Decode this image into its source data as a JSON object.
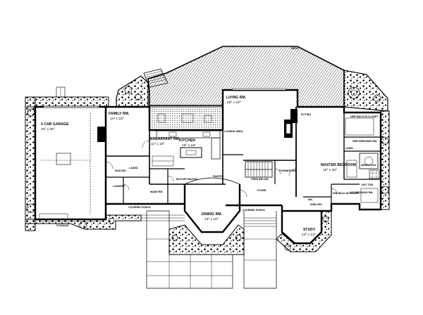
{
  "rooms": {
    "deck": {
      "name": "DECK"
    },
    "living": {
      "name": "LIVING RM.",
      "dims": "25⁰ x 23⁰"
    },
    "family": {
      "name": "FAMILY RM.",
      "dims": "14⁶ x 16⁰"
    },
    "garage": {
      "name": "3 CAR GARAGE",
      "dims": "23⁰ x 36⁰"
    },
    "breakfast": {
      "name": "BREAKFAST RM.",
      "dims": "11⁰ x 15⁰"
    },
    "kitchen": {
      "name": "KITCHEN",
      "dims": "16⁰ x 15⁶"
    },
    "sitting": {
      "name": "SITTING"
    },
    "master": {
      "name": "MASTER BEDROOM",
      "dims": "16⁰ x 25⁰"
    },
    "her_dressing": {
      "name": "HER DRESSING RM."
    },
    "his_dressing": {
      "name": "HIS DRESSING RM."
    },
    "dining": {
      "name": "DINING RM.",
      "dims": "13⁰ x 18⁰"
    },
    "study": {
      "name": "STUDY",
      "dims": "14⁰ x 12⁰"
    },
    "foyer": {
      "name": "FOYER"
    },
    "mud": {
      "name": "MUD RM."
    },
    "wash": {
      "name": "WASH RM."
    },
    "powder": {
      "name": "POWDER RM."
    },
    "laundry": {
      "name": "LAUNDRY"
    },
    "butler": {
      "name": "BUTLER PANTRY"
    },
    "open": {
      "name": "OPEN BELOW"
    },
    "lounge": {
      "name": "LOUNGE AREA"
    },
    "her_closet": {
      "name": "HER WALK-IN CLOSET"
    },
    "his_closet": {
      "name": "HIS WALK-IN CLOSET"
    },
    "linen": {
      "name": "LINEN"
    },
    "whirlpool": {
      "name": "WHIRLPOOL"
    },
    "shelves": {
      "name": "SHELVES"
    },
    "porch_left": {
      "name": "COVERED PORCH"
    },
    "porch_right": {
      "name": "COVERED PORCH"
    },
    "storage": {
      "name": "STORAGE"
    },
    "pantry": {
      "name": "PANTRY"
    },
    "hot_tub": {
      "name": "HOT TUB"
    },
    "wk": {
      "name": "WK."
    },
    "laund": {
      "name": "LAUND."
    }
  },
  "colors": {
    "ink": "#000000",
    "paper": "#ffffff"
  }
}
